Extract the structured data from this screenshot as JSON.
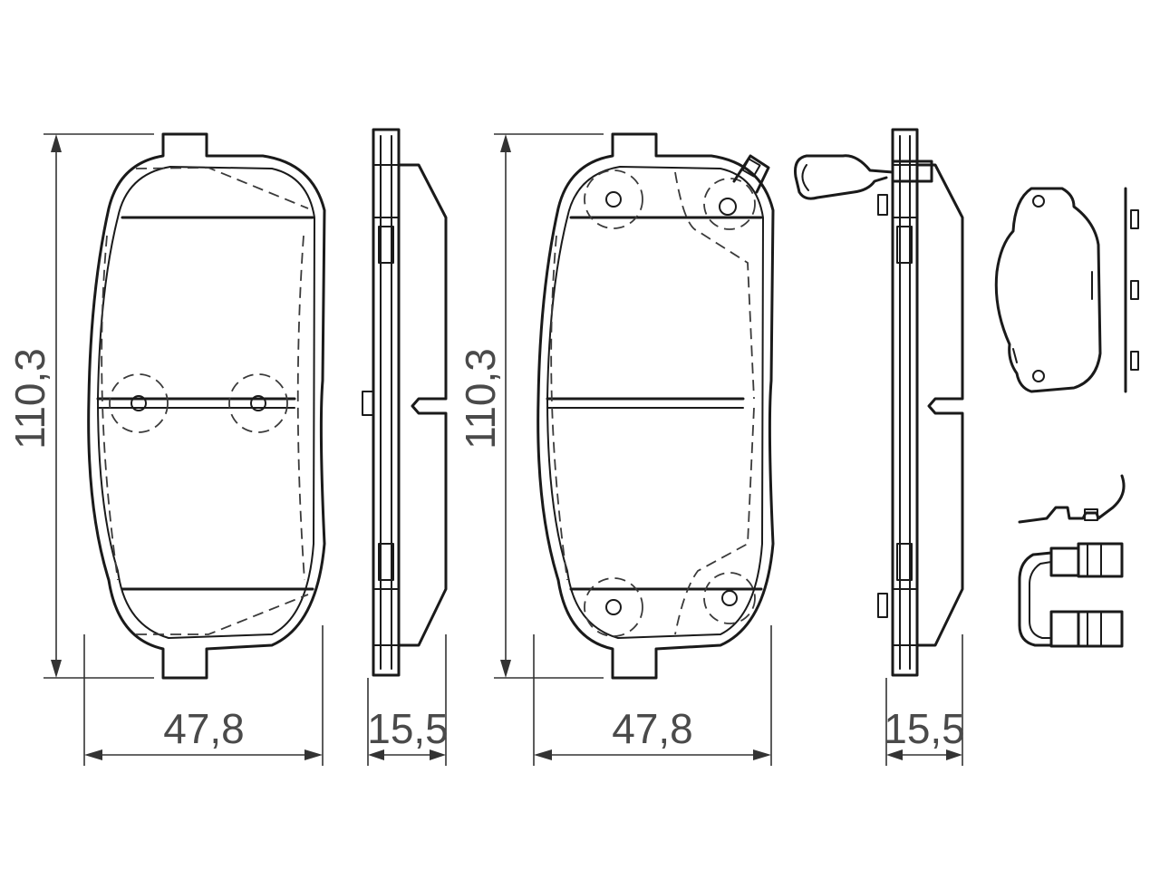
{
  "dimensions": {
    "pad1_height": "110,3",
    "pad1_width": "47,8",
    "pad1_thickness": "15,5",
    "pad2_height": "110,3",
    "pad2_width": "47,8",
    "pad2_thickness": "15,5"
  },
  "colors": {
    "line": "#1a1a1a",
    "dimension_text": "#4a4a4a",
    "background": "#ffffff"
  }
}
